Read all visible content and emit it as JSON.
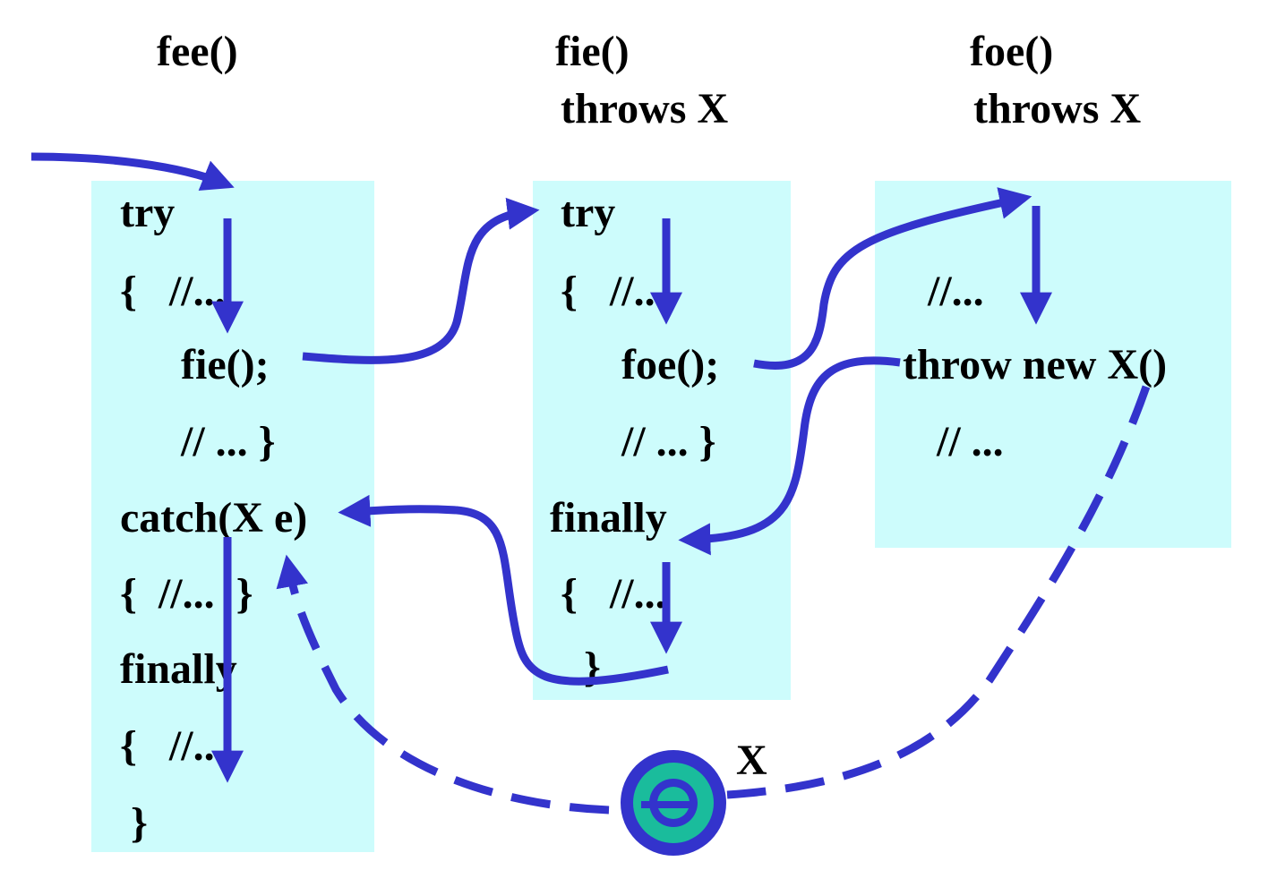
{
  "headers": {
    "fee": "fee()",
    "fie": "fie()",
    "fie_throws": "throws X",
    "foe": "foe()",
    "foe_throws": "throws X"
  },
  "fee_box": {
    "try": "try",
    "open": "{   //...",
    "call": "fie();",
    "close": "// ... }",
    "catch": "catch(X e)",
    "catch_body": "{  //...  }",
    "finally": "finally",
    "finally_open": "{   //...",
    "finally_close": "}"
  },
  "fie_box": {
    "try": "try",
    "open": "{   //...",
    "call": "foe();",
    "close": "// ... }",
    "finally": "finally",
    "finally_open": "{   //...",
    "finally_close": "}"
  },
  "foe_box": {
    "comment1": "//...",
    "throw": "throw new X()",
    "comment2": "// ..."
  },
  "exception_label": "X",
  "colors": {
    "box": "#cdfcfc",
    "arrow": "#3333cc",
    "exception_fill": "#1abc9c"
  }
}
